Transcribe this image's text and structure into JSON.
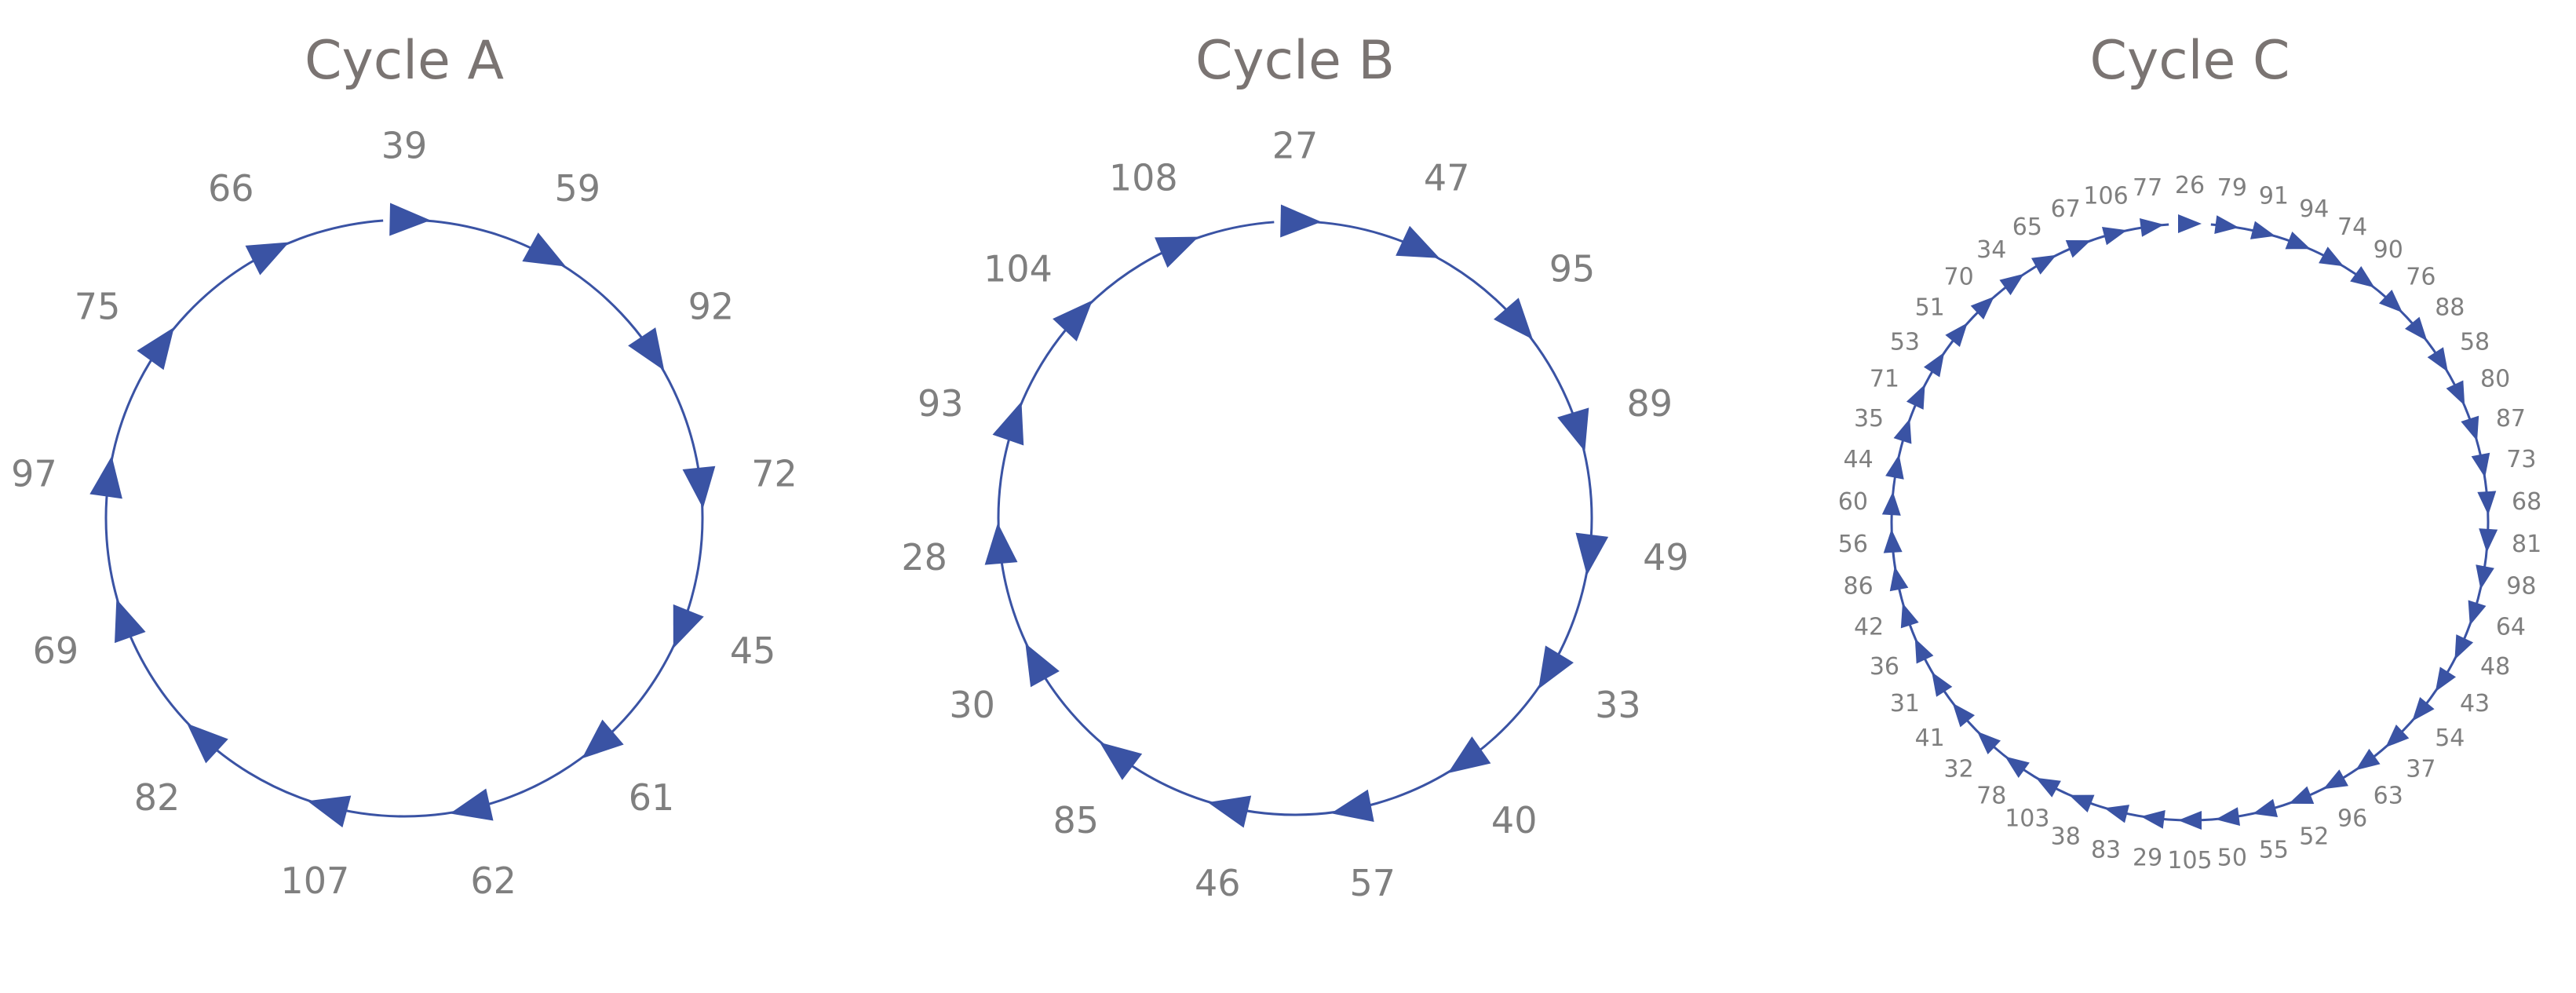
{
  "diagram": {
    "type": "directed-cycles",
    "direction": "clockwise",
    "colors": {
      "edge": "#3a53a4",
      "label": "#7f7f7f",
      "title": "#7a7472"
    },
    "cycles": [
      {
        "id": "cycle-a",
        "title": "Cycle A",
        "nodes": [
          39,
          59,
          92,
          72,
          45,
          61,
          62,
          107,
          82,
          69,
          97,
          75,
          66
        ]
      },
      {
        "id": "cycle-b",
        "title": "Cycle B",
        "nodes": [
          27,
          47,
          95,
          89,
          49,
          33,
          40,
          57,
          46,
          85,
          30,
          28,
          93,
          104,
          108
        ]
      },
      {
        "id": "cycle-c",
        "title": "Cycle C",
        "nodes": [
          26,
          79,
          91,
          94,
          74,
          90,
          76,
          88,
          58,
          80,
          87,
          73,
          68,
          81,
          98,
          64,
          48,
          43,
          54,
          37,
          63,
          96,
          52,
          55,
          50,
          105,
          29,
          83,
          38,
          103,
          78,
          32,
          41,
          31,
          36,
          42,
          86,
          56,
          60,
          44,
          35,
          71,
          53,
          51,
          70,
          34,
          65,
          67,
          106,
          77
        ]
      }
    ]
  }
}
